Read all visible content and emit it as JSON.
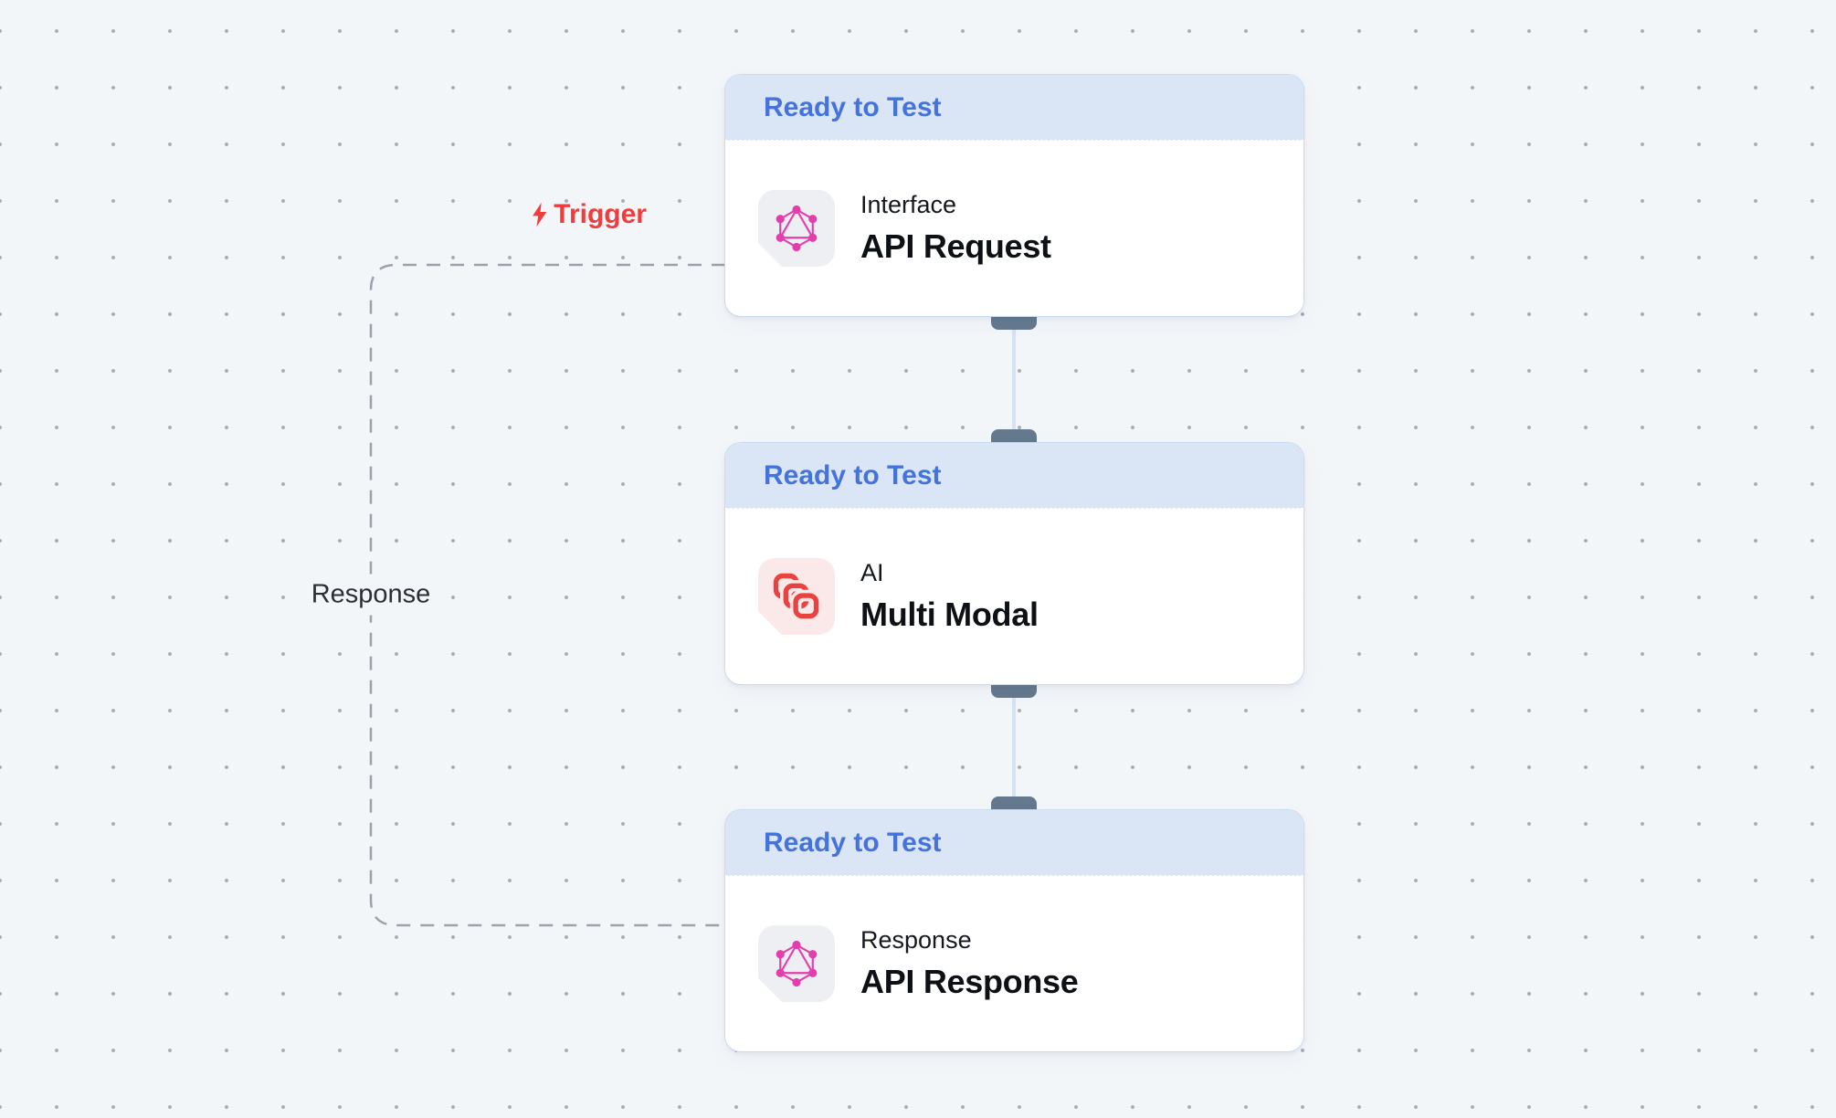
{
  "edges": {
    "trigger_label": "Trigger",
    "response_label": "Response"
  },
  "nodes": [
    {
      "status": "Ready to Test",
      "category": "Interface",
      "title": "API Request",
      "icon": "graphql-icon"
    },
    {
      "status": "Ready to Test",
      "category": "AI",
      "title": "Multi Modal",
      "icon": "multimodal-icon"
    },
    {
      "status": "Ready to Test",
      "category": "Response",
      "title": "API Response",
      "icon": "graphql-icon"
    }
  ],
  "colors": {
    "canvas_bg": "#f3f6f9",
    "status_text": "#4573dc",
    "status_bg": "#dae6f6",
    "trigger_red": "#f23c3c",
    "graphql_pink": "#e23fad",
    "ai_red": "#e94340",
    "handle_slate": "#65798e",
    "edge_dash_gray": "#9ba2ac"
  }
}
